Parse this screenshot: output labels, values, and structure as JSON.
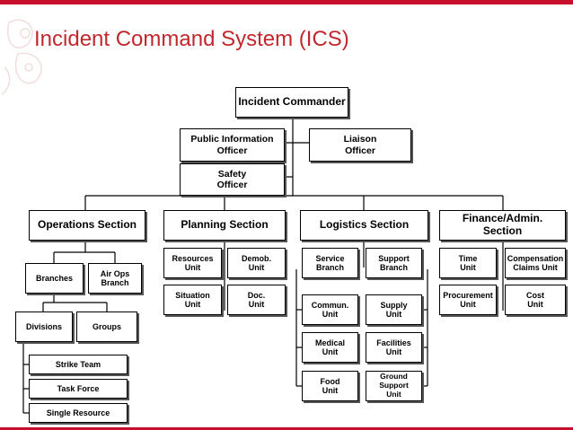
{
  "title": "Incident Command System (ICS)",
  "colors": {
    "accent": "#c8102e",
    "title": "#c0282d",
    "line": "#000000",
    "box_border": "#000000"
  },
  "chart": {
    "commander": "Incident Commander",
    "command_staff": {
      "public_information": "Public Information\nOfficer",
      "liaison": "Liaison\nOfficer",
      "safety": "Safety\nOfficer"
    },
    "sections": {
      "operations": {
        "label": "Operations Section",
        "branches": "Branches",
        "air_ops": "Air Ops\nBranch",
        "divisions": "Divisions",
        "groups": "Groups",
        "strike_team": "Strike Team",
        "task_force": "Task Force",
        "single_resource": "Single Resource"
      },
      "planning": {
        "label": "Planning Section",
        "resources_unit": "Resources\nUnit",
        "demob_unit": "Demob.\nUnit",
        "situation_unit": "Situation\nUnit",
        "doc_unit": "Doc.\nUnit"
      },
      "logistics": {
        "label": "Logistics Section",
        "service_branch": "Service\nBranch",
        "support_branch": "Support\nBranch",
        "commun_unit": "Commun.\nUnit",
        "medical_unit": "Medical\nUnit",
        "food_unit": "Food\nUnit",
        "supply_unit": "Supply\nUnit",
        "facilities_unit": "Facilities\nUnit",
        "ground_support_unit": "Ground\nSupport\nUnit"
      },
      "finance": {
        "label": "Finance/Admin.\nSection",
        "time_unit": "Time\nUnit",
        "compensation_unit": "Compensation\nClaims Unit",
        "procurement_unit": "Procurement\nUnit",
        "cost_unit": "Cost\nUnit"
      }
    }
  }
}
